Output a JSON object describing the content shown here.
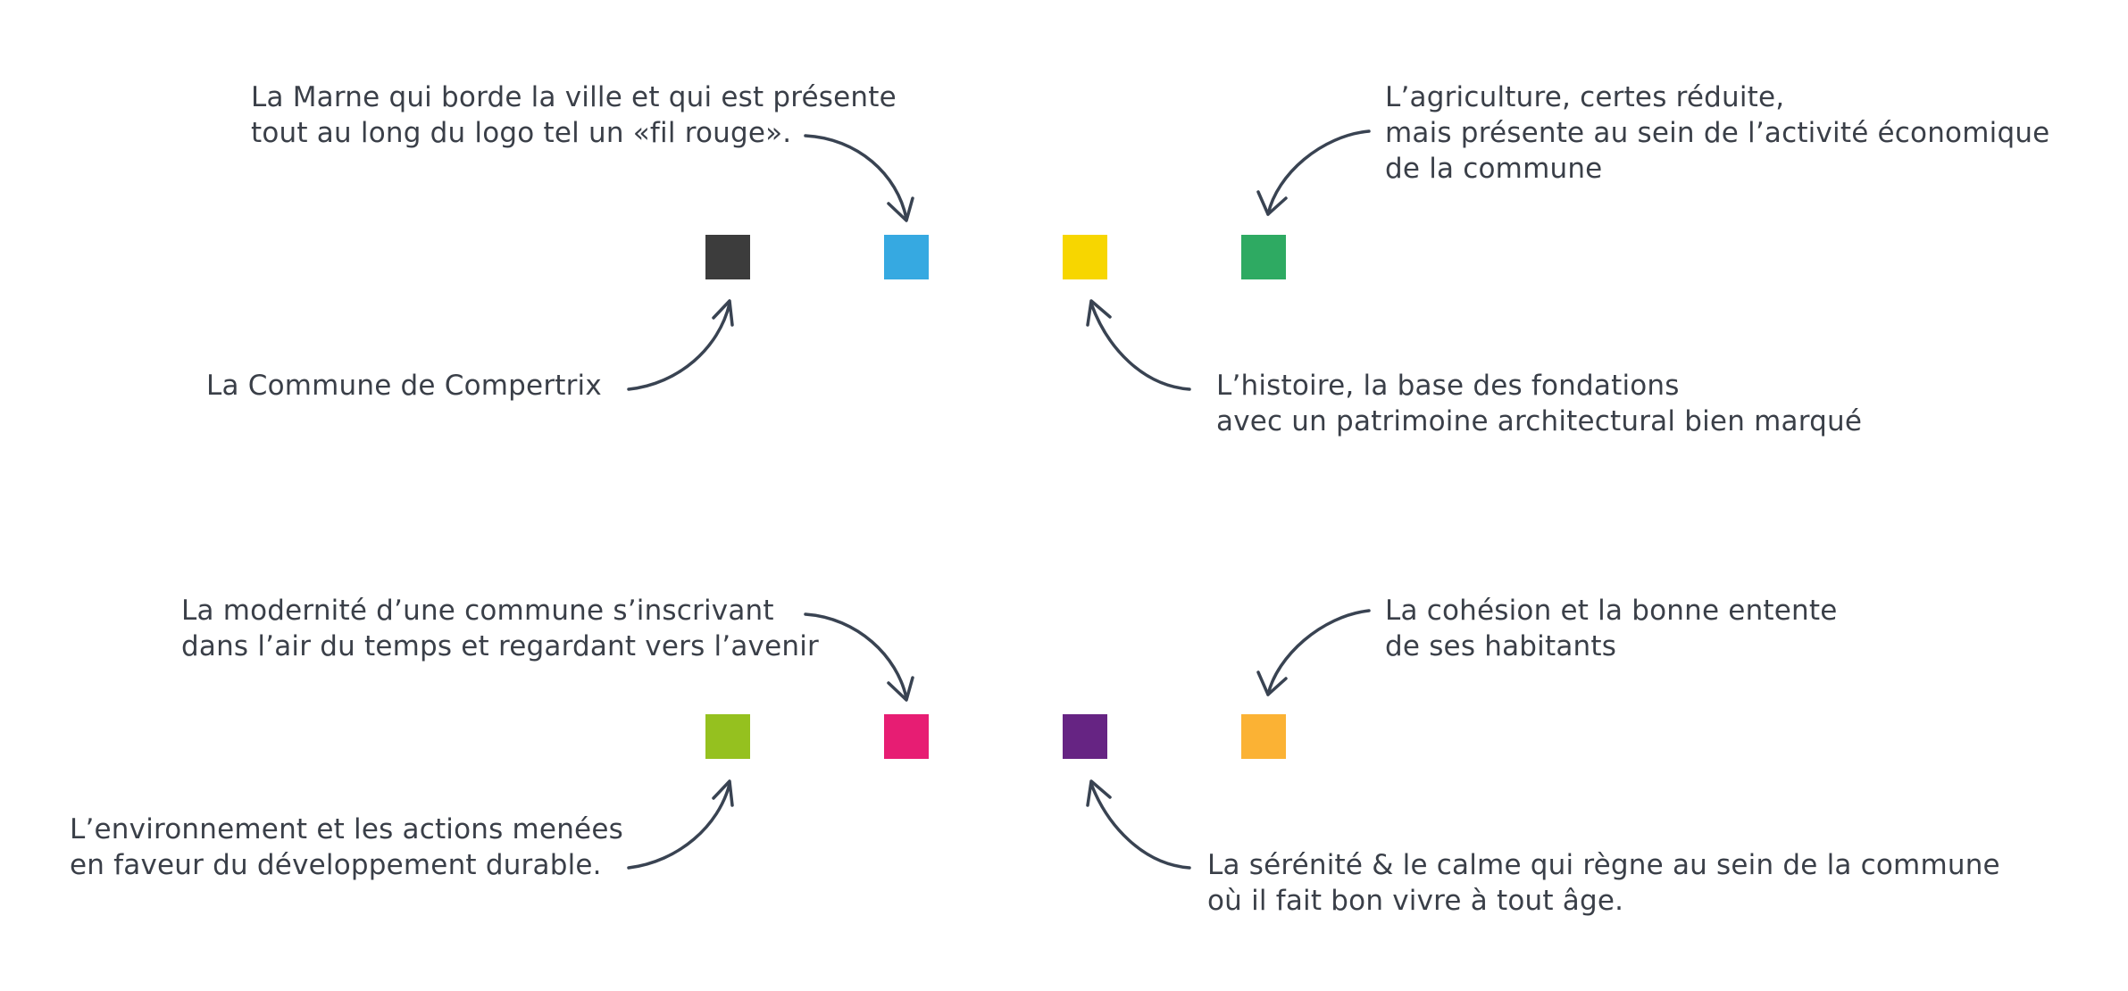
{
  "rows": [
    {
      "swatches": [
        {
          "name": "swatch-dark-gray",
          "color": "#3c3c3c"
        },
        {
          "name": "swatch-blue",
          "color": "#36a9e1"
        },
        {
          "name": "swatch-yellow",
          "color": "#f7d600"
        },
        {
          "name": "swatch-green",
          "color": "#2eaa62"
        }
      ],
      "labels": {
        "marne": "La Marne qui borde la ville et qui est présente\ntout au long du logo tel un «fil rouge».",
        "agriculture": "L’agriculture, certes réduite,\nmais présente au sein de l’activité économique\nde la commune",
        "commune": "La Commune de Compertrix",
        "histoire": "L’histoire, la base des fondations\navec un patrimoine architectural bien marqué"
      }
    },
    {
      "swatches": [
        {
          "name": "swatch-lime",
          "color": "#95c11f"
        },
        {
          "name": "swatch-pink",
          "color": "#e71d73"
        },
        {
          "name": "swatch-purple",
          "color": "#662483"
        },
        {
          "name": "swatch-orange",
          "color": "#fbb234"
        }
      ],
      "labels": {
        "modernite": "La modernité d’une commune s’inscrivant\ndans l’air du temps et regardant vers l’avenir",
        "cohesion": "La cohésion et la bonne entente\nde ses habitants",
        "environnement": "L’environnement et les actions menées\nen faveur du développement durable.",
        "serenite": "La sérénité & le calme qui règne au sein de la commune\noù il fait bon vivre à tout âge."
      }
    }
  ]
}
